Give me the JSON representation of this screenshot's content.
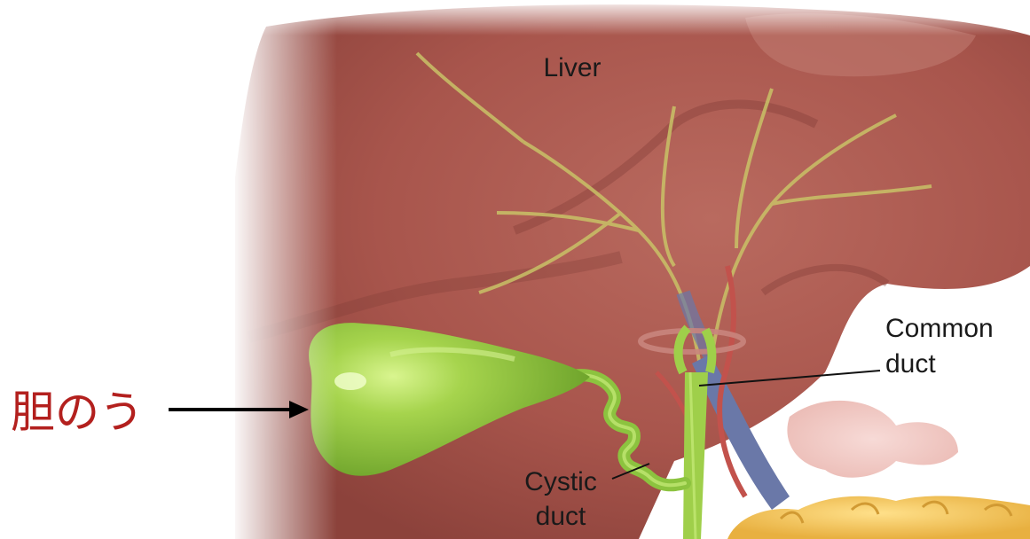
{
  "labels": {
    "liver": "Liver",
    "common_duct": [
      "Common",
      "duct"
    ],
    "cystic_duct": [
      "Cystic",
      "duct"
    ],
    "gallbladder": "胆のう"
  },
  "colors": {
    "liver": "#a8554c",
    "liver_dark": "#7e3a35",
    "gallbladder": "#8cc33f",
    "gallbladder_light": "#c7ec7a",
    "bile_duct": "#9fcf4a",
    "vein": "#6a78a8",
    "artery": "#c2524c",
    "intestine": "#f2c35a",
    "annotation": "#b3201e",
    "arrow": "#000000"
  }
}
